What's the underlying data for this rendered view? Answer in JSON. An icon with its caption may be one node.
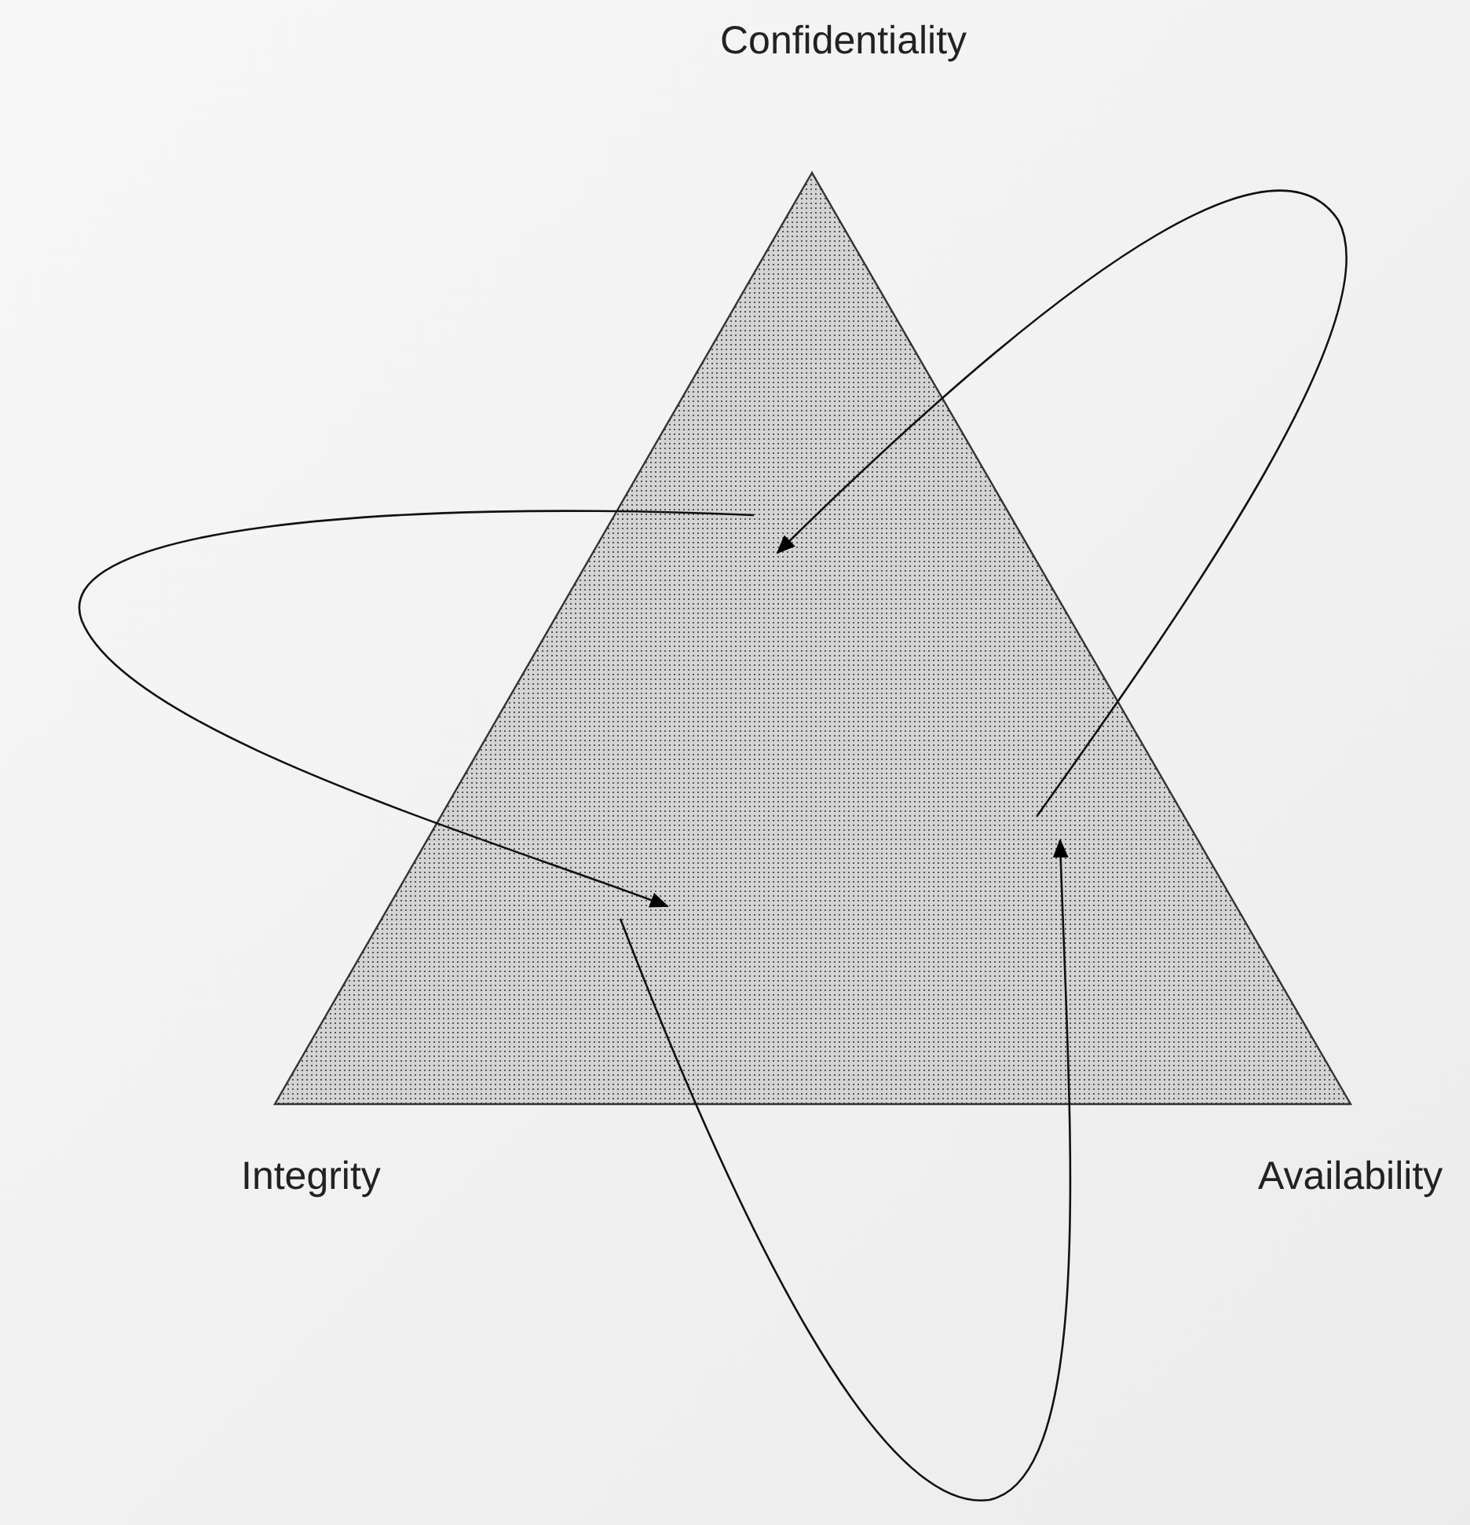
{
  "diagram": {
    "nodes": [
      {
        "text": [],
        "shape": "triangle"
      }
    ],
    "labels": [
      "Confidentiality",
      "Integrity",
      "Availability"
    ]
  }
}
